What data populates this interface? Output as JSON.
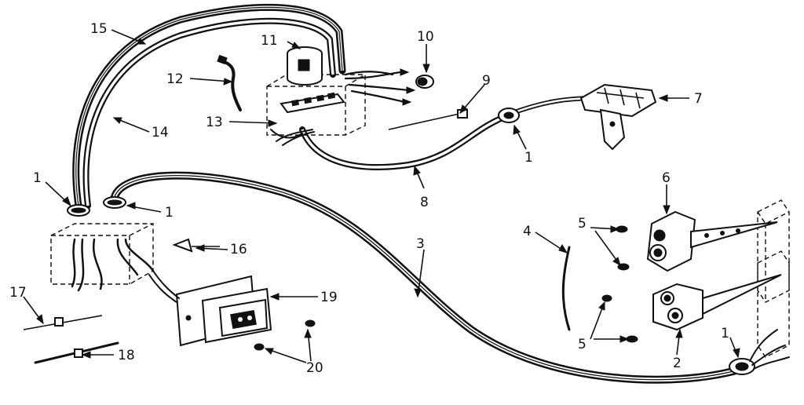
{
  "diagram": {
    "labels": [
      {
        "id": "l1a",
        "text": "1"
      },
      {
        "id": "l1b",
        "text": "1"
      },
      {
        "id": "l1c",
        "text": "1"
      },
      {
        "id": "l1d",
        "text": "1"
      },
      {
        "id": "l2",
        "text": "2"
      },
      {
        "id": "l3",
        "text": "3"
      },
      {
        "id": "l4",
        "text": "4"
      },
      {
        "id": "l5a",
        "text": "5"
      },
      {
        "id": "l5b",
        "text": "5"
      },
      {
        "id": "l6",
        "text": "6"
      },
      {
        "id": "l7",
        "text": "7"
      },
      {
        "id": "l8",
        "text": "8"
      },
      {
        "id": "l9",
        "text": "9"
      },
      {
        "id": "l10",
        "text": "10"
      },
      {
        "id": "l11",
        "text": "11"
      },
      {
        "id": "l12",
        "text": "12"
      },
      {
        "id": "l13",
        "text": "13"
      },
      {
        "id": "l14",
        "text": "14"
      },
      {
        "id": "l15",
        "text": "15"
      },
      {
        "id": "l16",
        "text": "16"
      },
      {
        "id": "l17",
        "text": "17"
      },
      {
        "id": "l18",
        "text": "18"
      },
      {
        "id": "l19",
        "text": "19"
      },
      {
        "id": "l20",
        "text": "20"
      }
    ]
  }
}
